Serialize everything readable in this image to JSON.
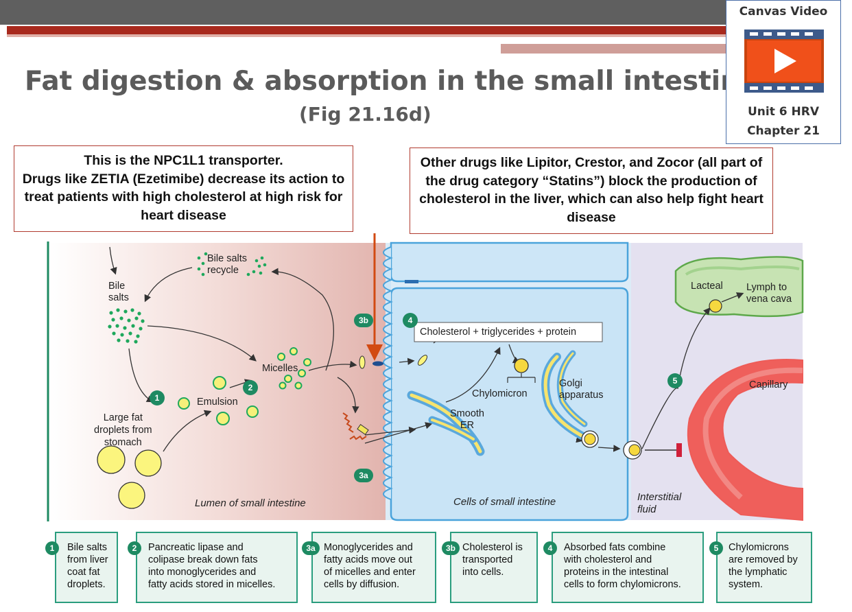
{
  "header": {
    "title": "Fat digestion & absorption in the small intestine",
    "subtitle": "(Fig 21.16d)"
  },
  "canvas_video": {
    "title": "Canvas Video",
    "unit": "Unit 6 HRV",
    "chapter": "Chapter 21",
    "icon": "video-play-icon"
  },
  "callouts": {
    "npc1l1": "This is the NPC1L1 transporter.\nDrugs like ZETIA (Ezetimibe) decrease its action to treat patients with high cholesterol at high risk for heart disease",
    "statins": "Other drugs like Lipitor, Crestor, and Zocor (all part of the drug category “Statins”) block the production of cholesterol in the liver, which can also help fight heart disease"
  },
  "diagram": {
    "bile_salts": "Bile\nsalts",
    "bile_recycle": "Bile salts\nrecycle",
    "micelles": "Micelles",
    "emulsion": "Emulsion",
    "large_fat": "Large fat\ndroplets from\nstomach",
    "lumen": "Lumen of small intestine",
    "cells": "Cells of small intestine",
    "interstitial": "Interstitial\nfluid",
    "chol_tg": "Cholesterol + triglycerides + protein",
    "chylomicron": "Chylomicron",
    "golgi": "Golgi\napparatus",
    "smooth_er": "Smooth\nER",
    "lacteal": "Lacteal",
    "lymph": "Lymph to\nvena cava",
    "capillary": "Capillary",
    "step_badges": [
      "1",
      "2",
      "3a",
      "3b",
      "4",
      "5"
    ]
  },
  "steps": [
    {
      "badge": "1",
      "text": "Bile salts\nfrom liver\ncoat fat\ndroplets."
    },
    {
      "badge": "2",
      "text": "Pancreatic lipase and\ncolipase break down fats\ninto monoglycerides and\nfatty acids stored in micelles."
    },
    {
      "badge": "3a",
      "text": "Monoglycerides and\nfatty  acids move out\nof micelles and enter\ncells by diffusion."
    },
    {
      "badge": "3b",
      "text": "Cholesterol is\ntransported\ninto cells."
    },
    {
      "badge": "4",
      "text": "Absorbed fats combine\nwith cholesterol and\nproteins in the intestinal\ncells to form chylomicrons."
    },
    {
      "badge": "5",
      "text": "Chylomicrons\nare removed by\nthe lymphatic\nsystem."
    }
  ],
  "colors": {
    "accent_red": "#a8291d",
    "badge_green": "#1e8a62",
    "cell_blue": "#cfe7f6",
    "lumen_pink": "#ecc9c4",
    "interstitial_lavender": "#e3e0ef",
    "capillary_red": "#ee5c58"
  }
}
